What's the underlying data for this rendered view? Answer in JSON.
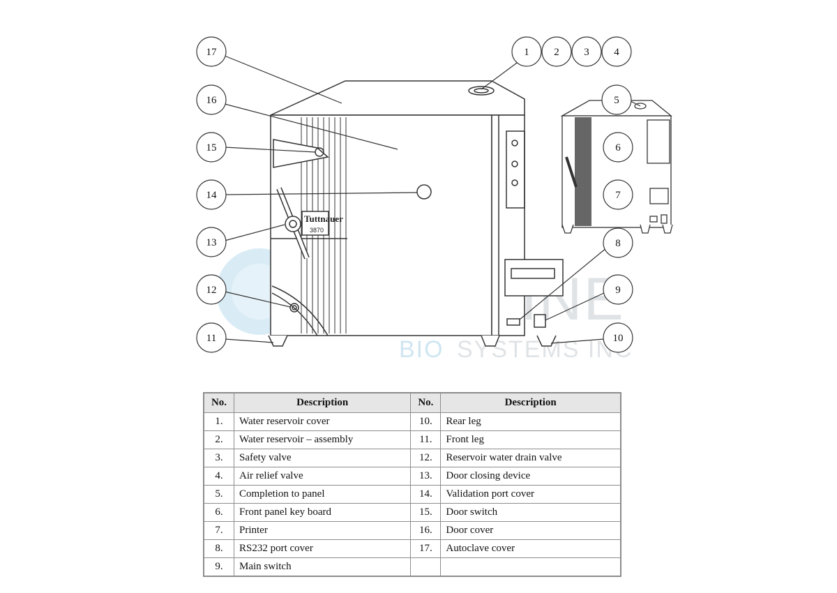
{
  "callouts": [
    "1",
    "2",
    "3",
    "4",
    "5",
    "6",
    "7",
    "8",
    "9",
    "10",
    "11",
    "12",
    "13",
    "14",
    "15",
    "16",
    "17"
  ],
  "device_label": {
    "logo": "Tuttnauer",
    "model": "3870"
  },
  "watermark": {
    "line1": "DURALINE",
    "line2_a": "BIO",
    "line2_b": "SYSTEMS INC"
  },
  "colors": {
    "line": "#333333",
    "table_border": "#8c8c8c",
    "header_bg": "#e6e6e6",
    "watermark_blue": "#cfe6f2",
    "watermark_grey": "#e0e3e6"
  },
  "table": {
    "headers": {
      "no_left": "No.",
      "desc_left": "Description",
      "no_right": "No.",
      "desc_right": "Description"
    },
    "rows": [
      {
        "n1": "1.",
        "d1": "Water reservoir cover",
        "n2": "10.",
        "d2": "Rear leg"
      },
      {
        "n1": "2.",
        "d1": "Water reservoir – assembly",
        "n2": "11.",
        "d2": "Front leg"
      },
      {
        "n1": "3.",
        "d1": "Safety valve",
        "n2": "12.",
        "d2": "Reservoir water drain valve"
      },
      {
        "n1": "4.",
        "d1": "Air relief valve",
        "n2": "13.",
        "d2": "Door closing device"
      },
      {
        "n1": "5.",
        "d1": "Completion to panel",
        "n2": "14.",
        "d2": "Validation port cover"
      },
      {
        "n1": "6.",
        "d1": "Front panel key board",
        "n2": "15.",
        "d2": "Door switch"
      },
      {
        "n1": "7.",
        "d1": "Printer",
        "n2": "16.",
        "d2": "Door cover"
      },
      {
        "n1": "8.",
        "d1": "RS232 port cover",
        "n2": "17.",
        "d2": "Autoclave cover"
      },
      {
        "n1": "9.",
        "d1": "Main switch",
        "n2": "",
        "d2": ""
      }
    ]
  }
}
